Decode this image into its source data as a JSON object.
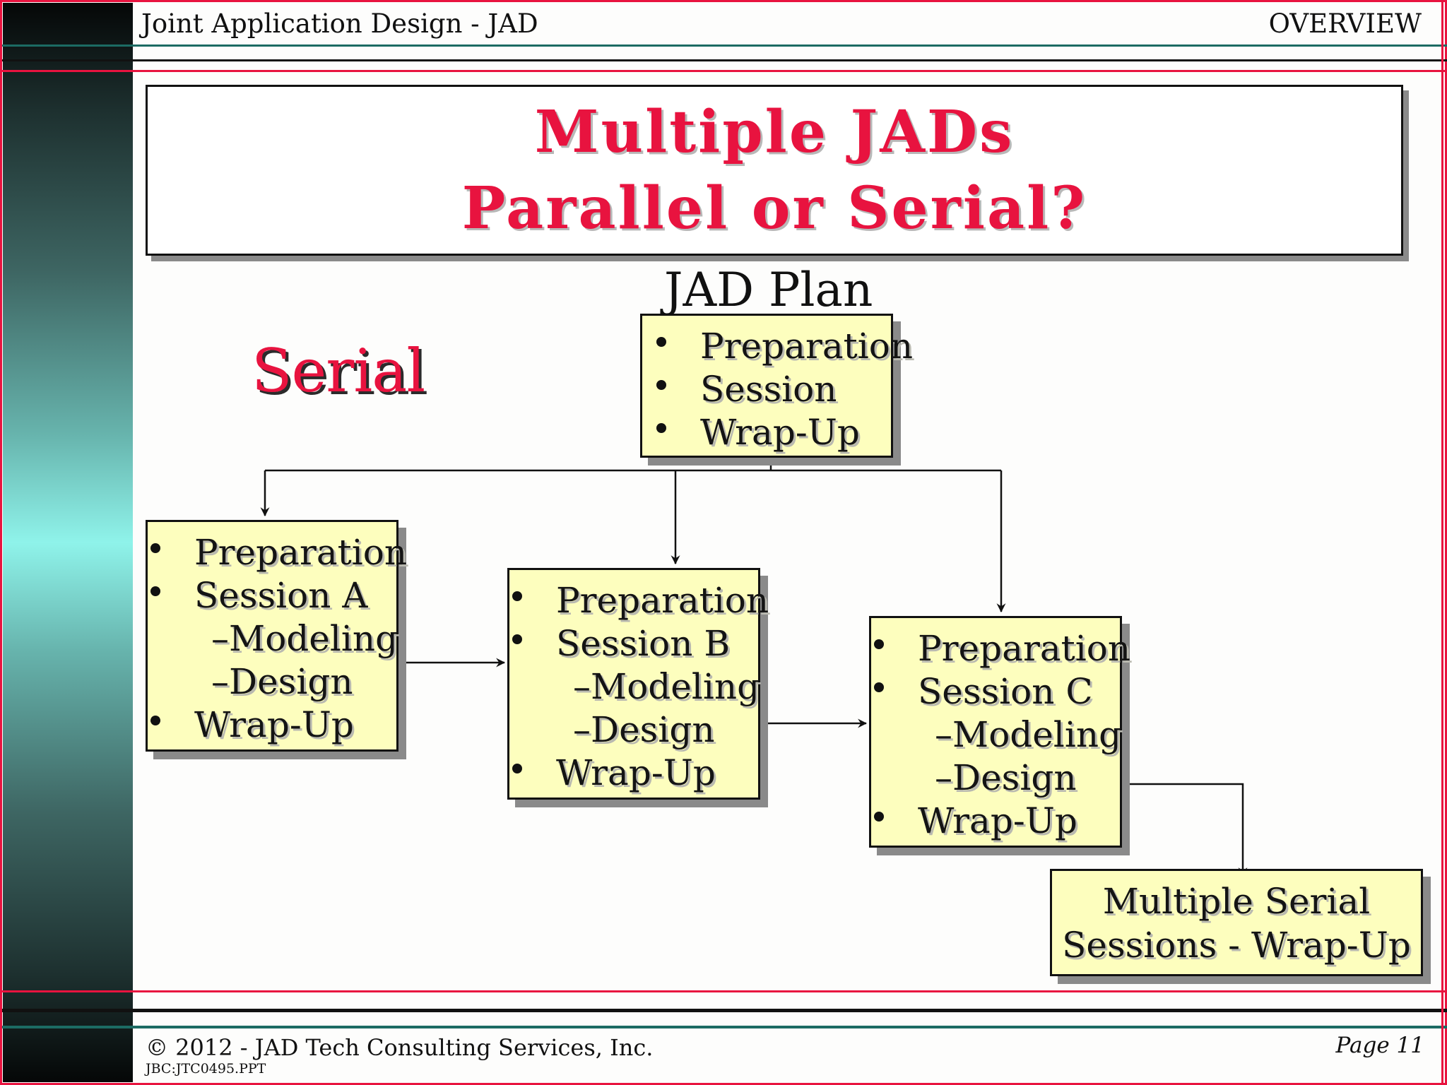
{
  "header": {
    "title": "Joint Application Design - JAD",
    "section": "OVERVIEW"
  },
  "slide": {
    "title_line1": "Multiple JADs",
    "title_line2": "Parallel or Serial?"
  },
  "diagram": {
    "mode_label": "Serial",
    "plan": {
      "label": "JAD Plan",
      "items": [
        "Preparation",
        "Session",
        "Wrap-Up"
      ]
    },
    "sessions": [
      {
        "items": [
          "Preparation",
          "Session A",
          "Modeling",
          "Design",
          "Wrap-Up"
        ]
      },
      {
        "items": [
          "Preparation",
          "Session B",
          "Modeling",
          "Design",
          "Wrap-Up"
        ]
      },
      {
        "items": [
          "Preparation",
          "Session C",
          "Modeling",
          "Design",
          "Wrap-Up"
        ]
      }
    ],
    "final": {
      "line1": "Multiple Serial",
      "line2": "Sessions - Wrap-Up"
    }
  },
  "footer": {
    "copyright": "© 2012 - JAD Tech Consulting Services, Inc.",
    "file": "JBC:JTC0495.PPT",
    "page": "Page 11"
  },
  "colors": {
    "accent": "#e8133f",
    "box_fill": "#fdfebe",
    "teal_rule": "#1c6b63"
  }
}
